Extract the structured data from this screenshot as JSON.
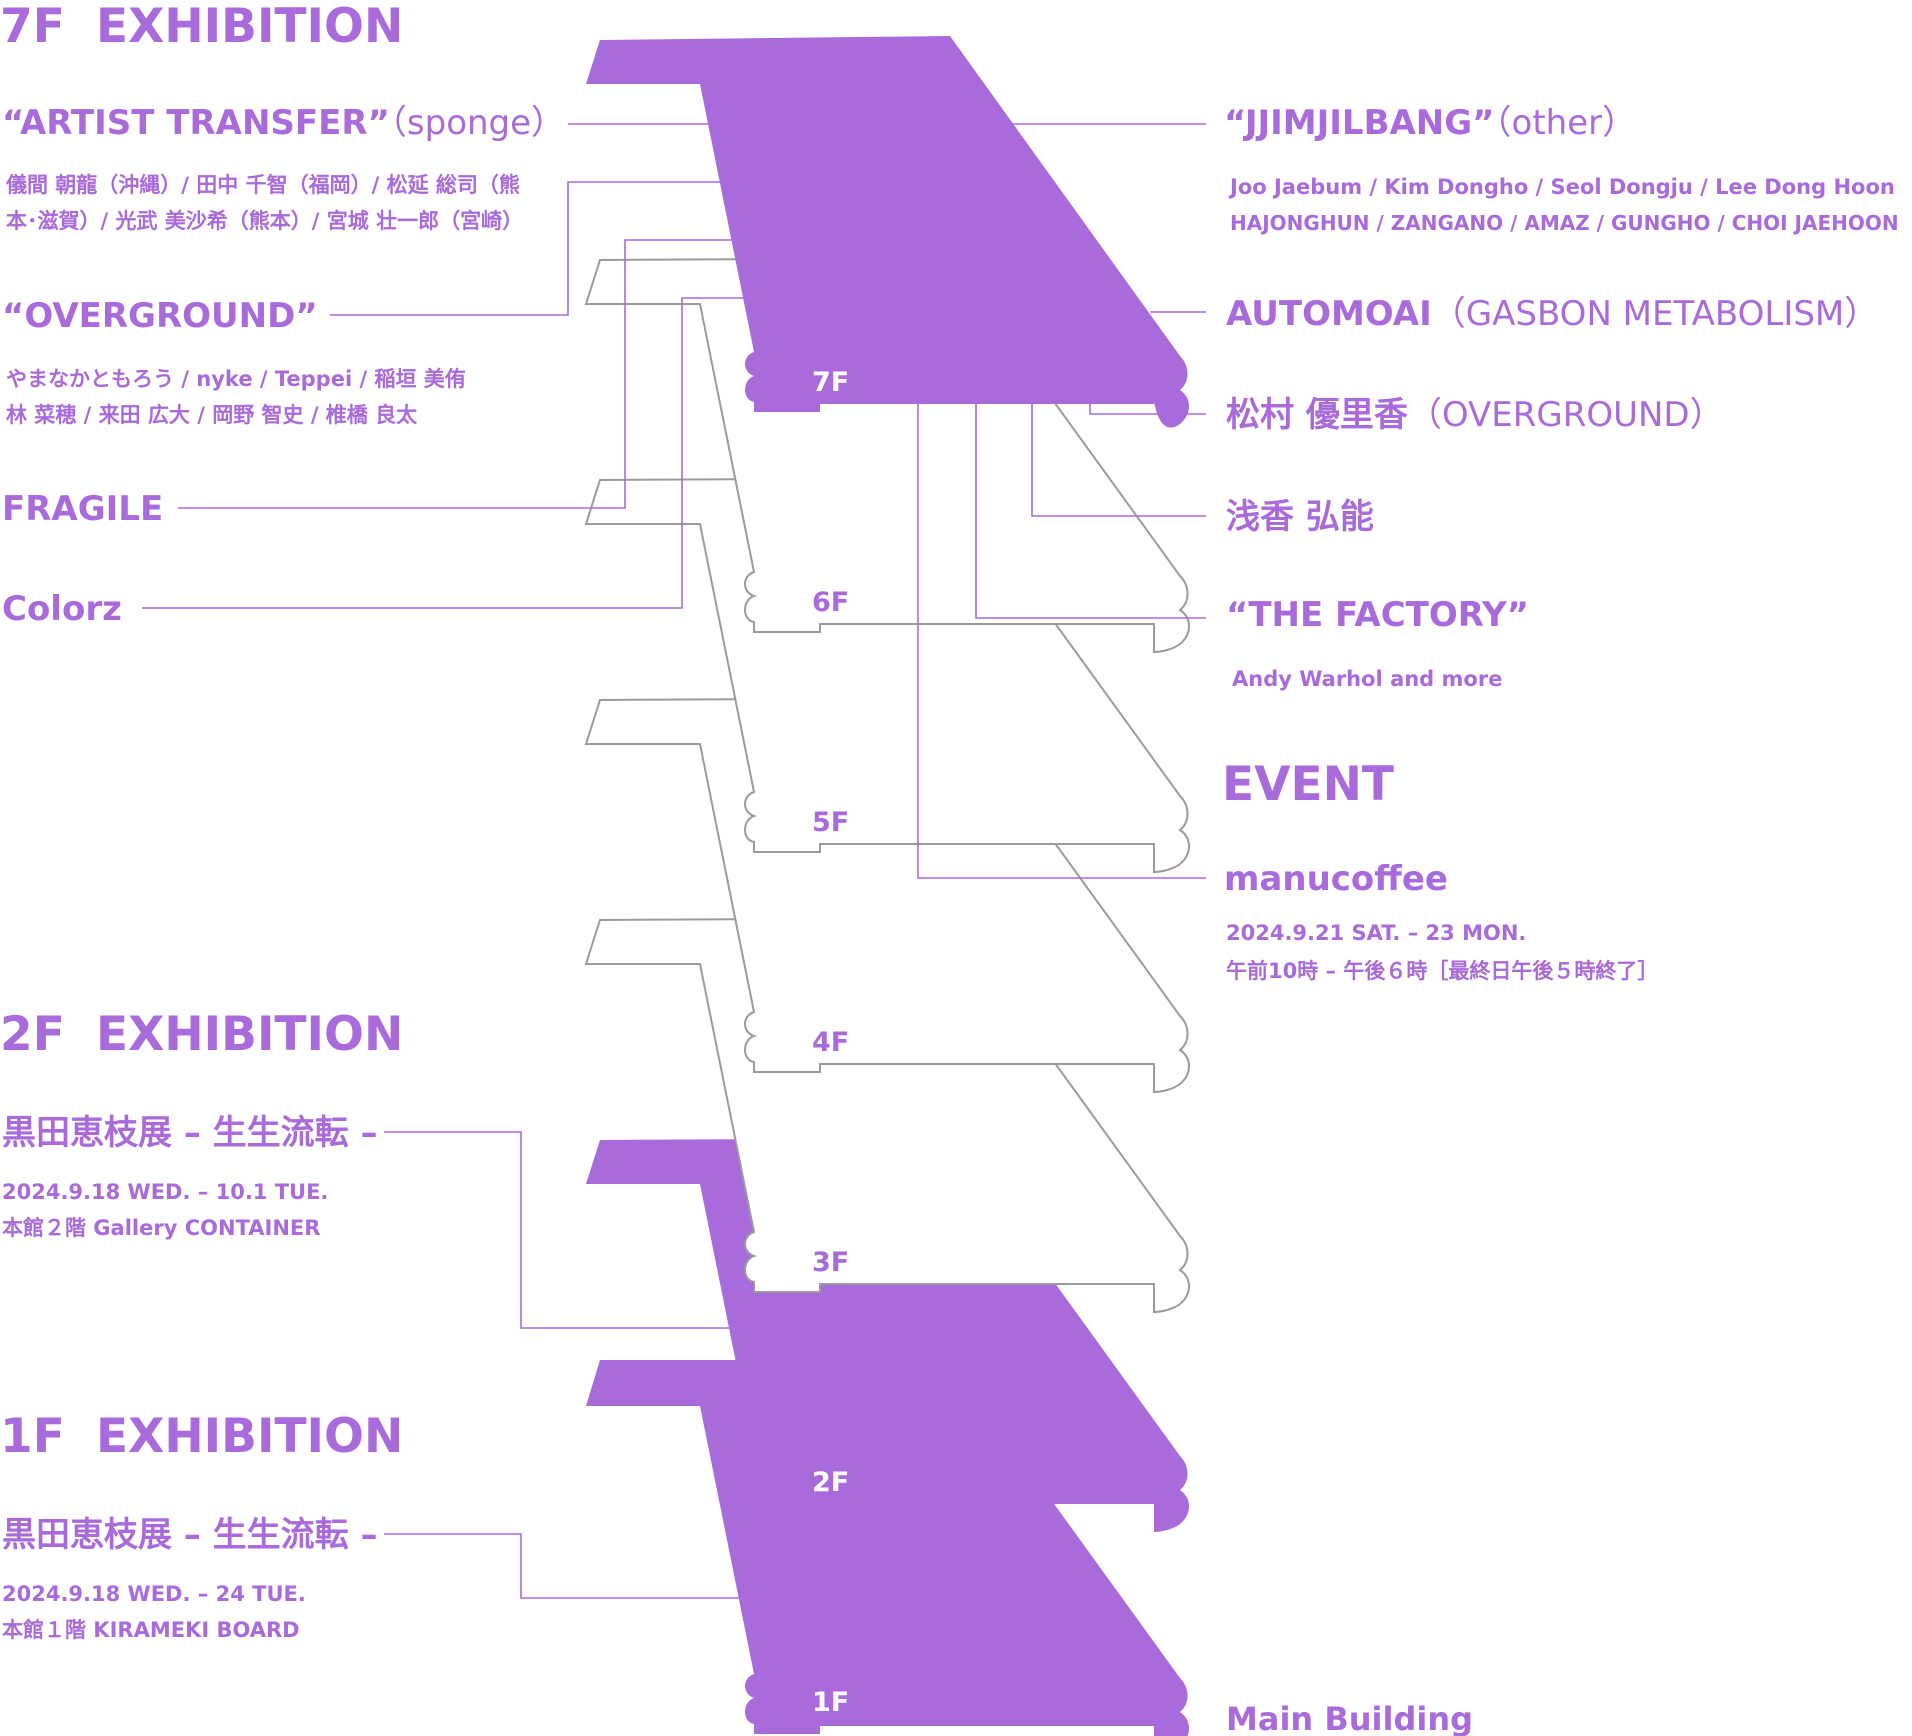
{
  "floors": [
    "7F",
    "6F",
    "5F",
    "4F",
    "3F",
    "2F",
    "1F"
  ],
  "left": {
    "f7": {
      "heading_floor": "7F",
      "heading_word": "EXHIBITION",
      "artist_transfer": {
        "title": "“ARTIST TRANSFER”",
        "sub": "（sponge）"
      },
      "artist_transfer_lines": [
        "儀間 朝龍（沖縄）/ 田中 千智（福岡）/ 松延 総司（熊",
        "本･滋賀）/ 光武 美沙希（熊本）/ 宮城 壮一郎（宮崎）"
      ],
      "overground": "“OVERGROUND”",
      "overground_lines": [
        "やまなかともろう / nyke / Teppei / 稲垣 美侑",
        "林 菜穂 / 来田 広大 / 岡野 智史 / 椎橋 良太"
      ],
      "fragile": "FRAGILE",
      "colorz": "Colorz"
    },
    "f2": {
      "heading_floor": "2F",
      "heading_word": "EXHIBITION",
      "title": "黒田恵枝展 – 生生流転 –",
      "date": "2024.9.18 WED. – 10.1 TUE.",
      "place": "本館２階 Gallery CONTAINER"
    },
    "f1": {
      "heading_floor": "1F",
      "heading_word": "EXHIBITION",
      "title": "黒田恵枝展 – 生生流転 –",
      "date": "2024.9.18 WED. – 24 TUE.",
      "place": "本館１階 KIRAMEKI BOARD"
    }
  },
  "right": {
    "jjimjilbang": {
      "title": "“JJIMJILBANG”",
      "sub": "（other）"
    },
    "jjimjilbang_lines": [
      "Joo Jaebum / Kim Dongho / Seol Dongju / Lee Dong Hoon",
      "HAJONGHUN / ZANGANO / AMAZ / GUNGHO / CHOI JAEHOON"
    ],
    "automoai": {
      "title": "AUTOMOAI",
      "sub": "（GASBON METABOLISM）"
    },
    "matsumura": {
      "title": "松村 優里香",
      "sub": "（OVERGROUND）"
    },
    "asaka": "浅香 弘能",
    "factory": "“THE FACTORY”",
    "factory_line": "Andy Warhol and more",
    "event_heading": "EVENT",
    "manucoffee": "manucoffee",
    "event_date": "2024.9.21 SAT. – 23 MON.",
    "event_time": "午前10時 – 午後６時［最終日午後５時終了］",
    "main_building": "Main Building"
  },
  "colors": {
    "accent": "#a96adb",
    "outline": "#9b9b9b",
    "background": "#ffffff"
  }
}
